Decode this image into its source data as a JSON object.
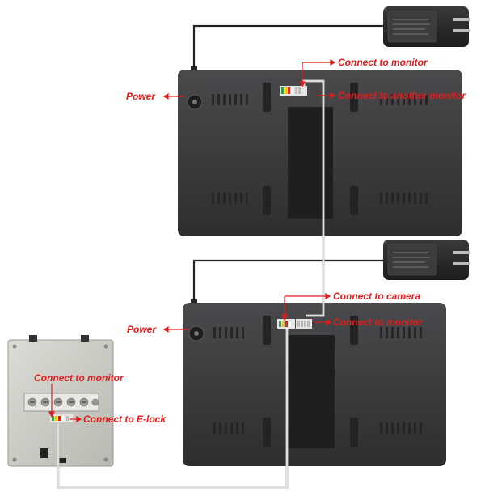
{
  "colors": {
    "label": "#e31b1b",
    "monitor_body": "#3a3a3c",
    "adapter_body": "#2a2a2a",
    "camera_body": "#c9c9c3",
    "cable": "#bfbfbf"
  },
  "labels": {
    "top_monitor": {
      "power": "Power",
      "connect_to_monitor": "Connect to monitor",
      "connect_to_another_monitor": "Connect to another monitor"
    },
    "bottom_monitor": {
      "power": "Power",
      "connect_to_camera": "Connect to camera",
      "connect_to_monitor": "Connect to monitor"
    },
    "camera": {
      "connect_to_monitor": "Connect to monitor",
      "connect_to_elock": "Connect to E-lock"
    }
  }
}
